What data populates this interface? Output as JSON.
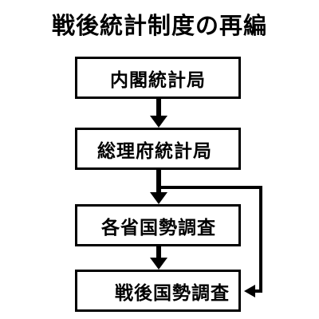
{
  "title": "戦後統計制度の再編",
  "nodes": [
    {
      "id": "cabinet-statistics-bureau",
      "label": "内閣統計局"
    },
    {
      "id": "pm-office-statistics-bureau",
      "label": "総理府統計局"
    },
    {
      "id": "prefectural-census",
      "label": "各省国勢調査"
    },
    {
      "id": "postwar-census",
      "label": "戦後国勢調査"
    }
  ],
  "edges": [
    {
      "from": "cabinet-statistics-bureau",
      "to": "pm-office-statistics-bureau"
    },
    {
      "from": "pm-office-statistics-bureau",
      "to": "prefectural-census"
    },
    {
      "from": "prefectural-census",
      "to": "postwar-census"
    },
    {
      "from": "pm-office-statistics-bureau",
      "to": "postwar-census"
    }
  ],
  "colors": {
    "stroke": "#000000",
    "background": "#ffffff"
  }
}
